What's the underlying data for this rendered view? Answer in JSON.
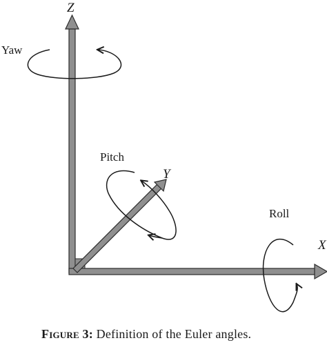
{
  "diagram": {
    "axes": {
      "z": {
        "label": "Z"
      },
      "y": {
        "label": "Y"
      },
      "x": {
        "label": "X"
      }
    },
    "rotations": {
      "yaw": {
        "label": "Yaw"
      },
      "pitch": {
        "label": "Pitch"
      },
      "roll": {
        "label": "Roll"
      }
    },
    "caption": {
      "prefix": "Figure 3:",
      "text": " Definition of the Euler angles."
    },
    "colors": {
      "axis_fill": "#8f8f8f",
      "axis_stroke": "#2b2b2b",
      "curve": "#1a1a1a"
    }
  }
}
